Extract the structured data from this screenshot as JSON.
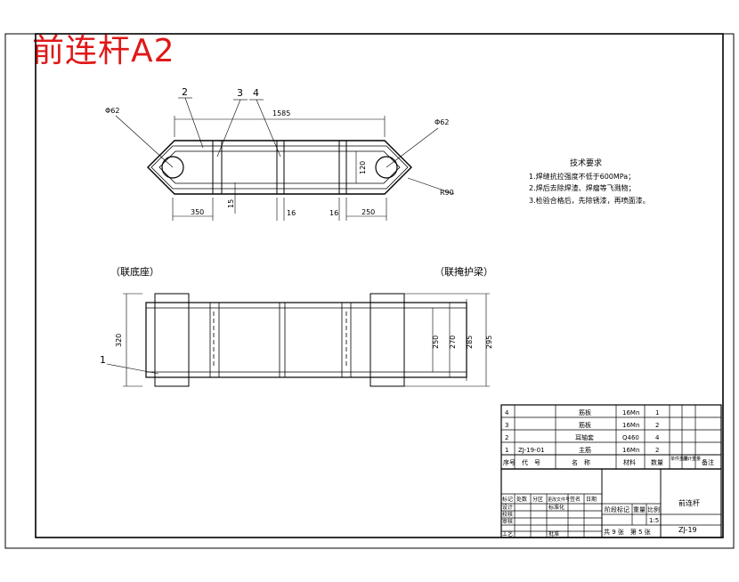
{
  "sheet_title": "前连杆A2",
  "plan_view": {
    "callouts": [
      "2",
      "3",
      "4"
    ],
    "dims": {
      "left_hole": "Φ62",
      "right_hole": "Φ62",
      "overall_length": "1585",
      "height": "120",
      "left_offset": "350",
      "plate_gap": "15",
      "rib_a": "16",
      "rib_b": "16",
      "right_offset": "250",
      "radius": "R90"
    }
  },
  "technical_requirements": {
    "heading": "技术要求",
    "items": [
      "1.焊缝抗拉强度不低于600MPa；",
      "2.焊后去除焊渣、焊瘤等飞溅物；",
      "3.检验合格后，先除锈漆，再喷面漆。"
    ]
  },
  "elevation_view": {
    "left_label": "（联底座）",
    "right_label": "（联掩护梁）",
    "callout": "1",
    "dims": {
      "left_height": "320",
      "h1": "250",
      "h2": "270",
      "h3": "285",
      "h4": "295"
    }
  },
  "parts_list": {
    "rows": [
      {
        "no": "4",
        "code": "",
        "name": "筋板",
        "material": "16Mn",
        "qty": "1"
      },
      {
        "no": "3",
        "code": "",
        "name": "筋板",
        "material": "16Mn",
        "qty": "2"
      },
      {
        "no": "2",
        "code": "",
        "name": "耳轴套",
        "material": "Q460",
        "qty": "4"
      },
      {
        "no": "1",
        "code": "ZJ-19-01",
        "name": "主筋",
        "material": "16Mn",
        "qty": "2"
      }
    ],
    "headers": {
      "no": "序号",
      "code": "代　号",
      "name": "名　称",
      "material": "材料",
      "qty": "数量",
      "unit_wt": "单件重量",
      "total_wt": "总计重量",
      "remark": "备注"
    }
  },
  "title_block": {
    "rev_headers": [
      "标记",
      "处数",
      "分区",
      "更改文件号",
      "签名",
      "日期"
    ],
    "roles": [
      "设计",
      "校核",
      "审核",
      "工艺"
    ],
    "standardization": "标准化",
    "approve": "批准",
    "stage_label": "阶段标记",
    "weight_label": "重量",
    "scale_label": "比例",
    "scale": "1:5",
    "sheets": "共 9 张　第 5 张",
    "part_name": "前连杆",
    "drawing_no": "ZJ-19"
  }
}
